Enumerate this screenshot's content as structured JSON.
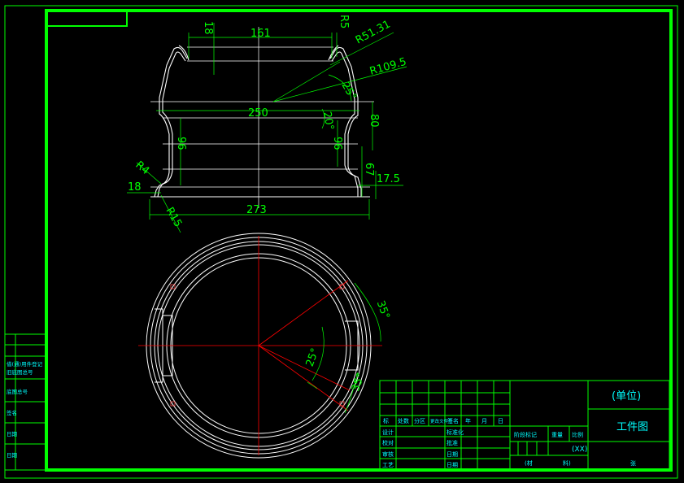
{
  "colors": {
    "background": "#000000",
    "border": "#00ff00",
    "part": "#ffffff",
    "dimension": "#00ff00",
    "center_line": "#ff0000",
    "table_text": "#00ffff"
  },
  "top_view": {
    "dims": {
      "d18_top": "18",
      "d161": "161",
      "r5": "R5",
      "r51": "R51.31",
      "r109": "R109.5",
      "a25": "25°",
      "d250": "250",
      "a20": "20°",
      "d96_left": "96",
      "d96_right": "96",
      "d80": "80",
      "d67": "67",
      "d17_5": "17.5",
      "r4": "R4",
      "d18_left": "18",
      "r15": "R15",
      "d273": "273"
    }
  },
  "bottom_view": {
    "dims": {
      "a35_top": "35°",
      "a25": "25°",
      "a35_bottom": "35°"
    }
  },
  "left_strip": {
    "cells": [
      "借(通)用件登记",
      "旧底图总号",
      "底图总号",
      "签名",
      "日期",
      "日期"
    ]
  },
  "title_block": {
    "unit": "(单位)",
    "drawing_name": "工件图",
    "code": "(XX)",
    "sheet": "张",
    "left_bottom_a": "(材",
    "left_bottom_b": "料)",
    "revision_headers": [
      "标",
      "处数",
      "分区",
      "更改文件号",
      "签名",
      "年",
      "月",
      "日"
    ],
    "row_labels_left": [
      "设计",
      "校对",
      "审核",
      "工艺"
    ],
    "row_labels_mid": [
      "标准化",
      "批准",
      "日期",
      "日期"
    ],
    "stage_headers": [
      "阶段标记",
      "重量",
      "比例"
    ]
  }
}
